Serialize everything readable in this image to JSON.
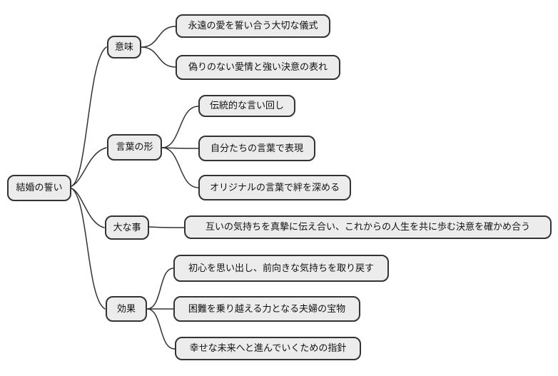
{
  "colors": {
    "background": "#ffffff",
    "node_fill": "#ececec",
    "node_border": "#333333",
    "edge": "#333333",
    "text": "#111111"
  },
  "mindmap": {
    "root": {
      "label": "結婚の誓い"
    },
    "branches": [
      {
        "label": "意味",
        "children": [
          {
            "label": "永遠の愛を誓い合う大切な儀式"
          },
          {
            "label": "偽りのない愛情と強い決意の表れ"
          }
        ]
      },
      {
        "label": "言葉の形",
        "children": [
          {
            "label": "伝統的な言い回し"
          },
          {
            "label": "自分たちの言葉で表現"
          },
          {
            "label": "オリジナルの言葉で絆を深める"
          }
        ]
      },
      {
        "label": "大な事",
        "children": [
          {
            "label": "互いの気持ちを真摯に伝え合い、これからの人生を共に歩む決意を確かめ合う"
          }
        ]
      },
      {
        "label": "効果",
        "children": [
          {
            "label": "初心を思い出し、前向きな気持ちを取り戻す"
          },
          {
            "label": "困難を乗り越える力となる夫婦の宝物"
          },
          {
            "label": "幸せな未来へと進んでいくための指針"
          }
        ]
      }
    ]
  }
}
